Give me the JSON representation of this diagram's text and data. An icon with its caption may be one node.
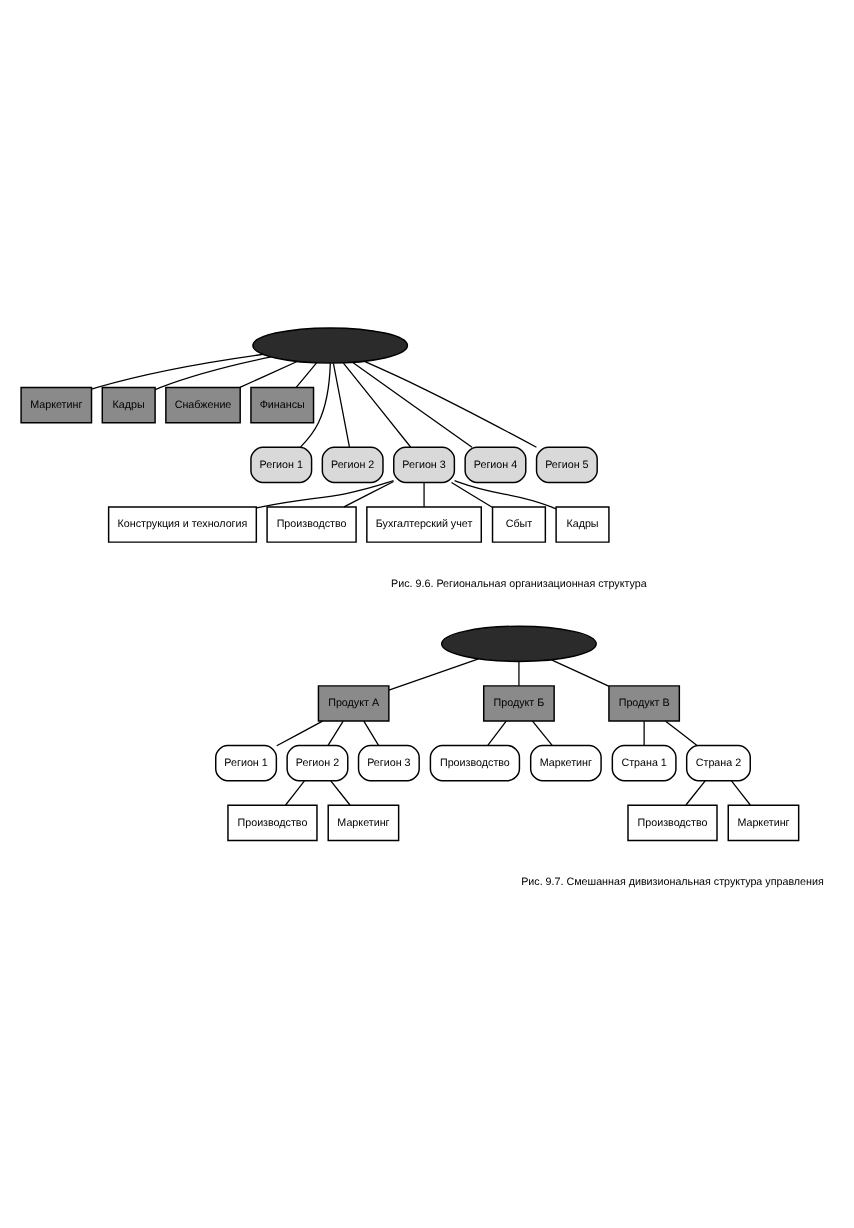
{
  "diagram": {
    "nodes": [
      {
        "text": [],
        "shape": "ellipse"
      },
      {
        "text": [
          "Маркетинг"
        ]
      },
      {
        "text": [
          "Кадры"
        ]
      },
      {
        "text": [
          "Снабжение"
        ]
      },
      {
        "text": [
          "Финансы"
        ]
      },
      {
        "text": [
          "Регион 1"
        ]
      },
      {
        "text": [
          "Регион 2"
        ]
      },
      {
        "text": [
          "Регион 3"
        ]
      },
      {
        "text": [
          "Регион 4"
        ]
      },
      {
        "text": [
          "Регион 5"
        ]
      },
      {
        "text": [
          "Конструкция и технология"
        ]
      },
      {
        "text": [
          "Производство"
        ]
      },
      {
        "text": [
          "Бухгалтерский учет"
        ]
      },
      {
        "text": [
          "Сбыт"
        ]
      },
      {
        "text": [
          "Кадры"
        ]
      },
      {
        "text": [],
        "shape": "ellipse"
      },
      {
        "text": [
          "Продукт А"
        ]
      },
      {
        "text": [
          "Регион 1"
        ]
      },
      {
        "text": [
          "Регион 2"
        ]
      },
      {
        "text": [
          "Регион 3"
        ]
      },
      {
        "text": [
          "Производство"
        ]
      },
      {
        "text": [
          "Маркетинг"
        ]
      },
      {
        "text": [
          "Продукт Б"
        ]
      },
      {
        "text": [
          "Производство"
        ]
      },
      {
        "text": [
          "Маркетинг"
        ]
      },
      {
        "text": [
          "Продукт В"
        ]
      },
      {
        "text": [
          "Страна 1"
        ]
      },
      {
        "text": [
          "Страна 2"
        ]
      },
      {
        "text": [
          "Производство"
        ]
      },
      {
        "text": [
          "Маркетинг"
        ]
      }
    ],
    "edges": [
      {
        "from": 0,
        "to": 1,
        "arrow": "none"
      },
      {
        "from": 0,
        "to": 2,
        "arrow": "none"
      },
      {
        "from": 0,
        "to": 3,
        "arrow": "none"
      },
      {
        "from": 0,
        "to": 4,
        "arrow": "none"
      },
      {
        "from": 0,
        "to": 5,
        "arrow": "none"
      },
      {
        "from": 0,
        "to": 6,
        "arrow": "none"
      },
      {
        "from": 0,
        "to": 7,
        "arrow": "none"
      },
      {
        "from": 0,
        "to": 8,
        "arrow": "none"
      },
      {
        "from": 0,
        "to": 9,
        "arrow": "none"
      },
      {
        "from": 7,
        "to": 10,
        "arrow": "none"
      },
      {
        "from": 7,
        "to": 11,
        "arrow": "none"
      },
      {
        "from": 7,
        "to": 12,
        "arrow": "none"
      },
      {
        "from": 7,
        "to": 13,
        "arrow": "none"
      },
      {
        "from": 7,
        "to": 14,
        "arrow": "none"
      },
      {
        "from": 15,
        "to": 16,
        "arrow": "none"
      },
      {
        "from": 15,
        "to": 22,
        "arrow": "none"
      },
      {
        "from": 15,
        "to": 25,
        "arrow": "none"
      },
      {
        "from": 16,
        "to": 17,
        "arrow": "none"
      },
      {
        "from": 16,
        "to": 18,
        "arrow": "none"
      },
      {
        "from": 16,
        "to": 19,
        "arrow": "none"
      },
      {
        "from": 18,
        "to": 20,
        "arrow": "none"
      },
      {
        "from": 18,
        "to": 21,
        "arrow": "none"
      },
      {
        "from": 22,
        "to": 23,
        "arrow": "none"
      },
      {
        "from": 22,
        "to": 24,
        "arrow": "none"
      },
      {
        "from": 25,
        "to": 26,
        "arrow": "none"
      },
      {
        "from": 25,
        "to": 27,
        "arrow": "none"
      },
      {
        "from": 27,
        "to": 28,
        "arrow": "none"
      },
      {
        "from": 27,
        "to": 29,
        "arrow": "none"
      }
    ],
    "labels": [
      "Рис. 9.6. Региональная организационная структура",
      "Рис. 9.7. Смешанная дивизиональная структура управления"
    ]
  }
}
